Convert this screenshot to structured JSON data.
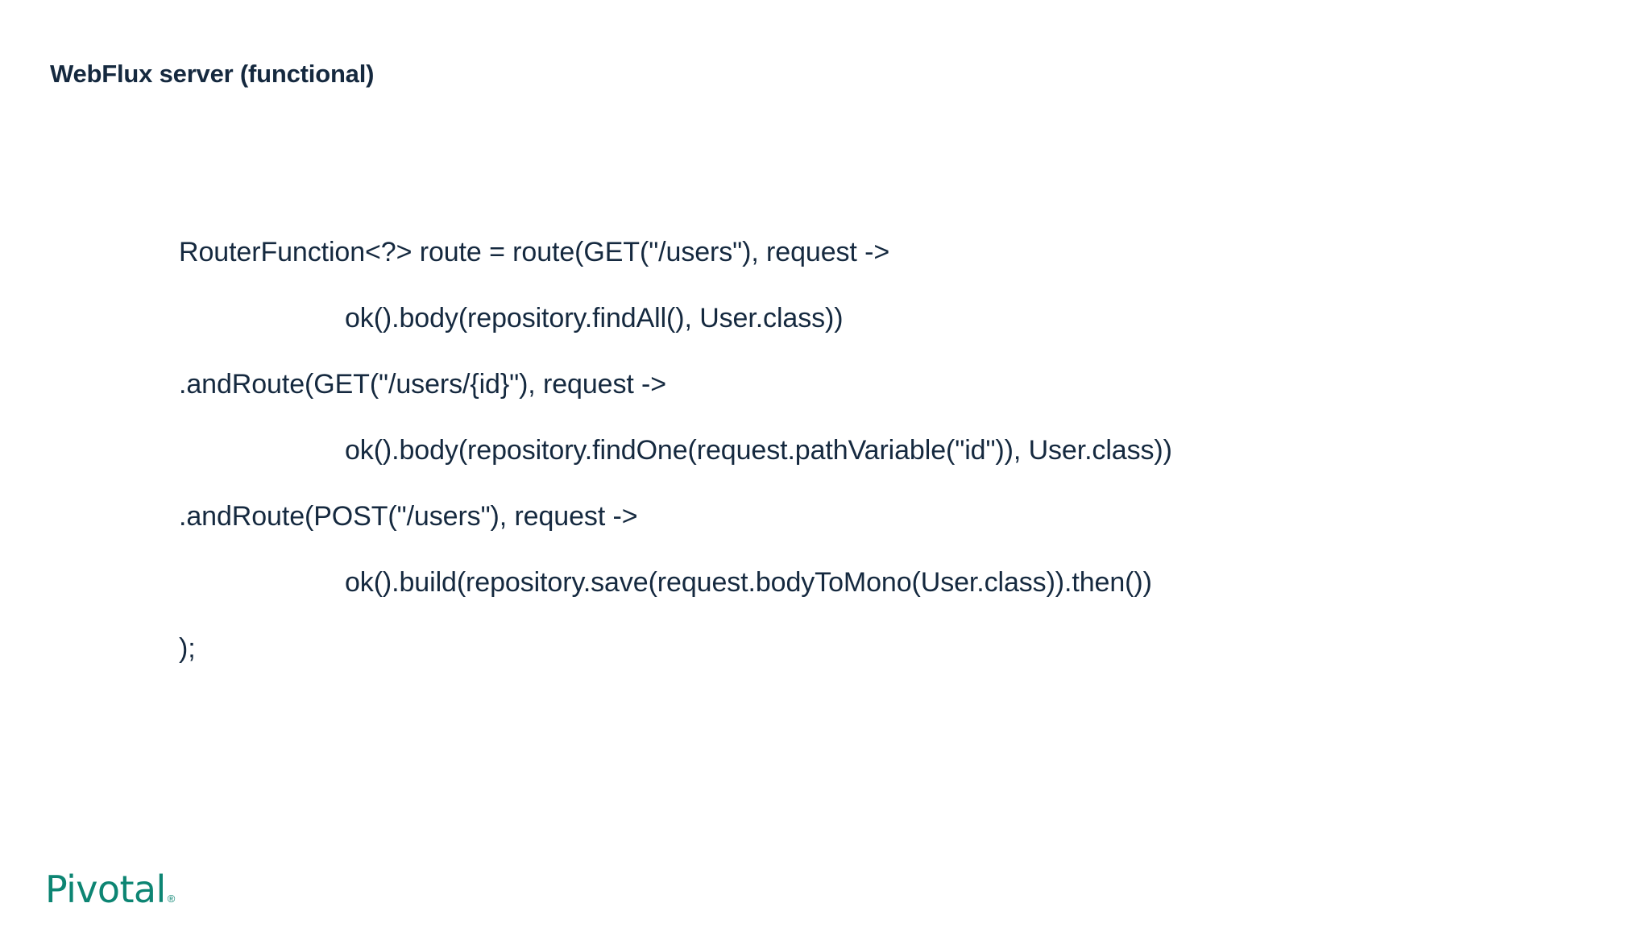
{
  "slide": {
    "title": "WebFlux server (functional)",
    "background_color": "#ffffff",
    "text_color": "#15293f"
  },
  "code": {
    "language": "java",
    "lines": [
      {
        "text": "RouterFunction<?> route = route(GET(\"/users\"), request ->",
        "indent": 1
      },
      {
        "text": "ok().body(repository.findAll(), User.class))",
        "indent": 2
      },
      {
        "text": ".andRoute(GET(\"/users/{id}\"), request ->",
        "indent": 1
      },
      {
        "text": "ok().body(repository.findOne(request.pathVariable(\"id\")), User.class))",
        "indent": 2
      },
      {
        "text": ".andRoute(POST(\"/users\"), request ->",
        "indent": 1
      },
      {
        "text": "ok().build(repository.save(request.bodyToMono(User.class)).then())",
        "indent": 2
      },
      {
        "text": ");",
        "indent": 1
      }
    ]
  },
  "branding": {
    "wordmark": "Pivotal",
    "trademark": "®",
    "color": "#0d8573"
  }
}
